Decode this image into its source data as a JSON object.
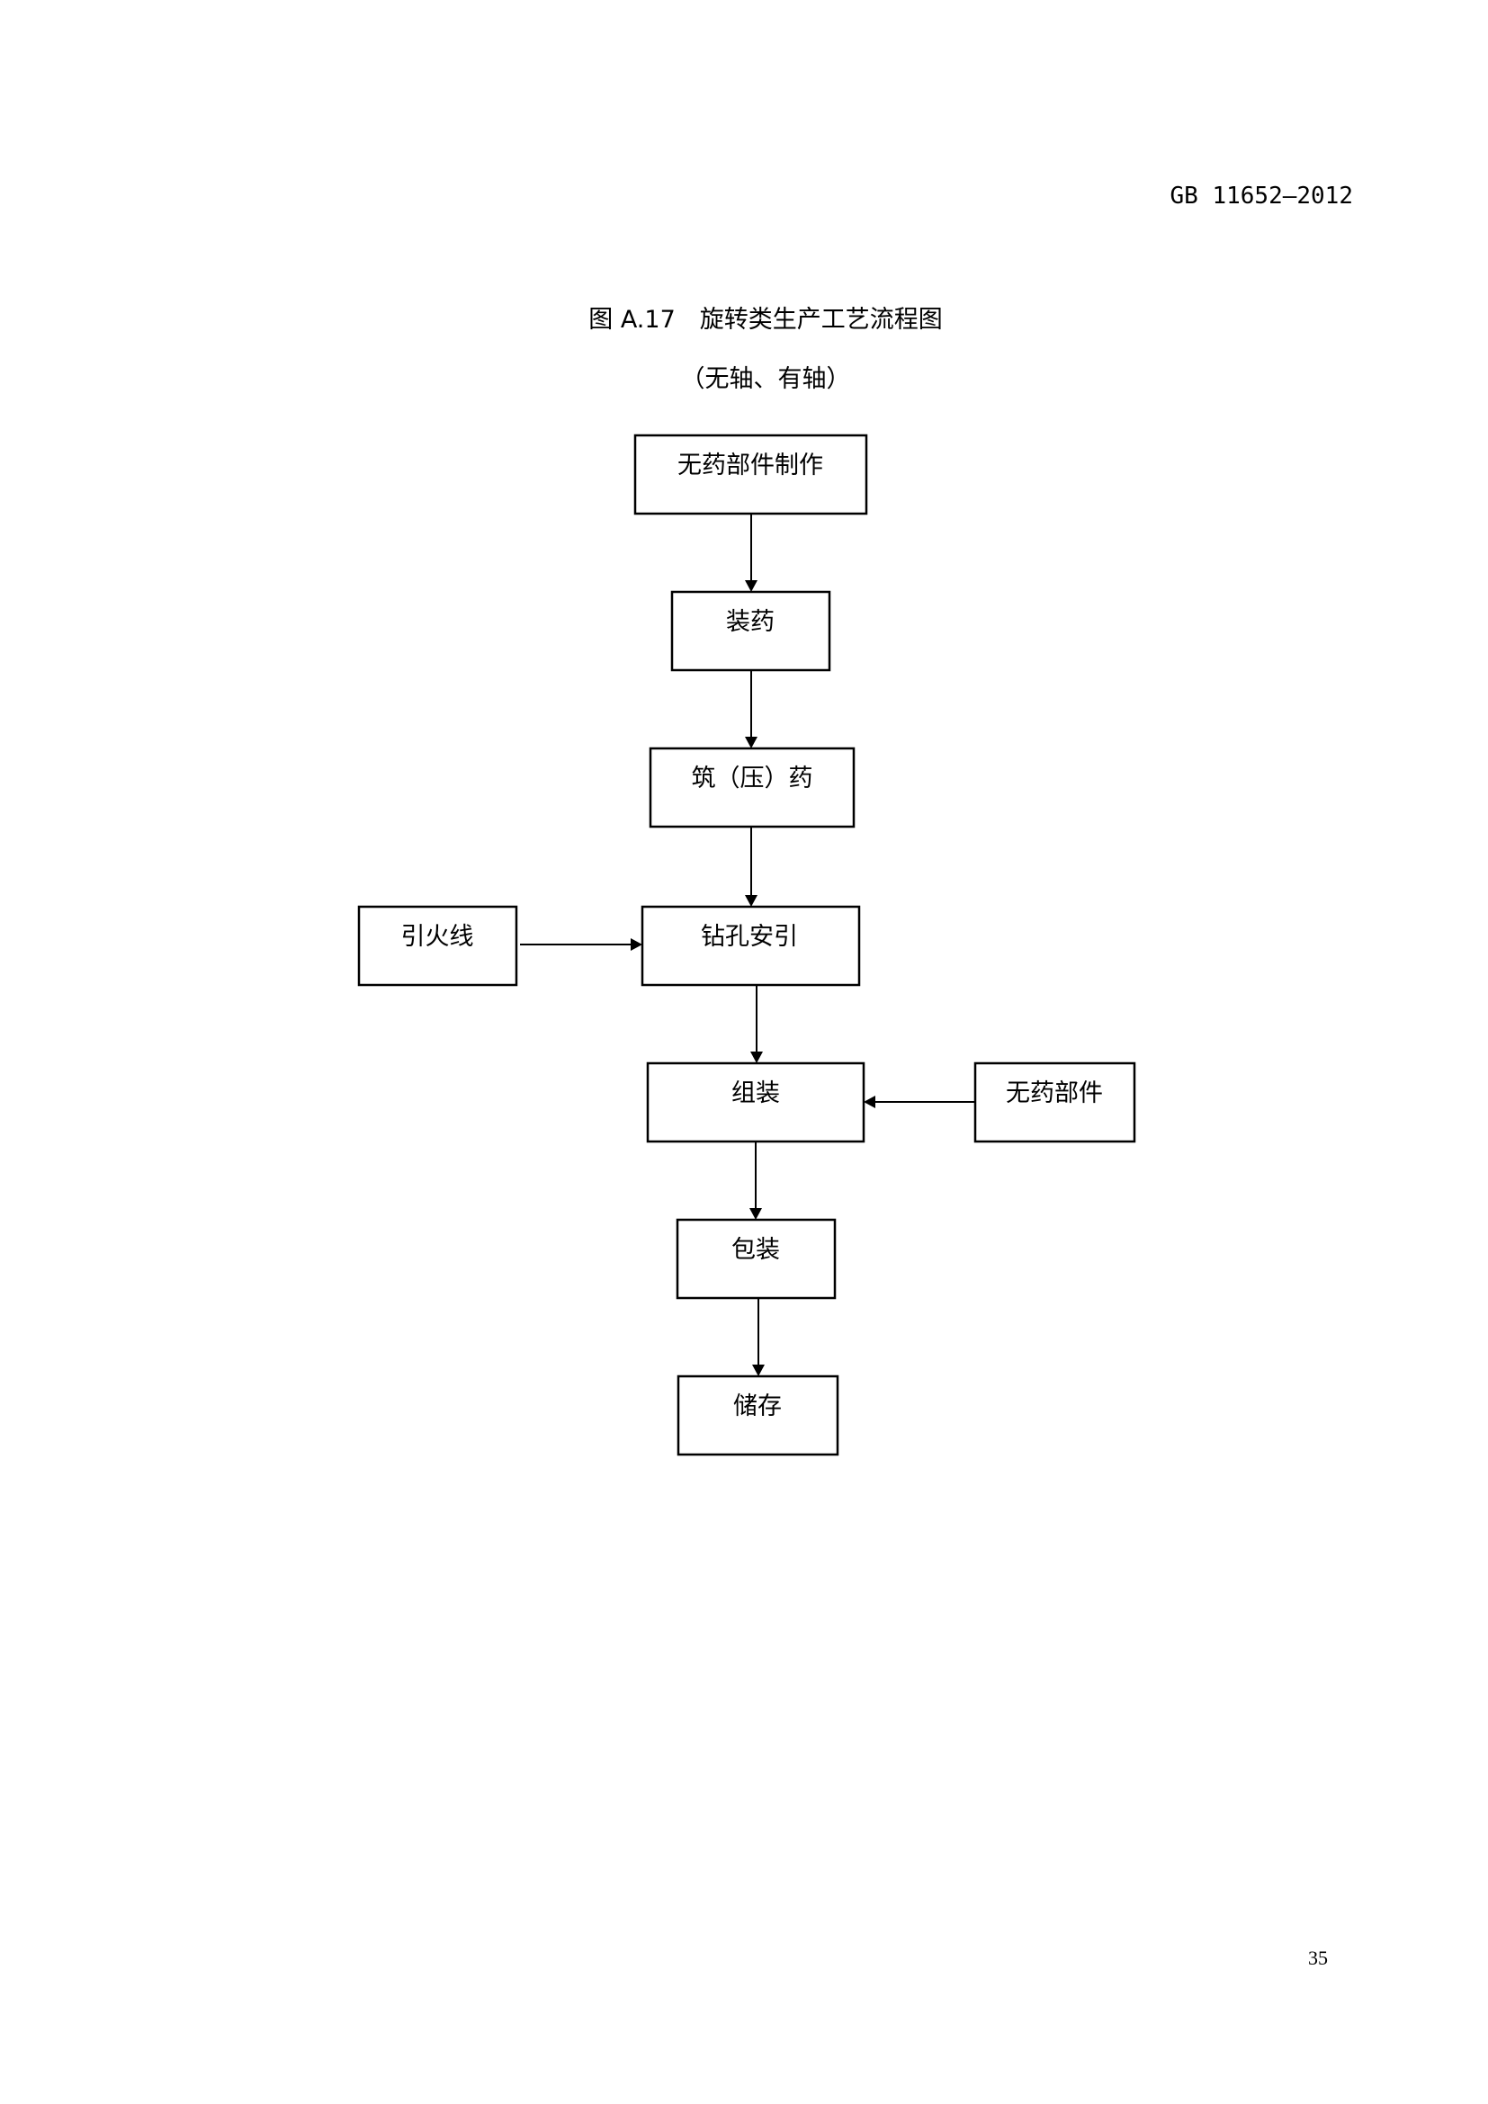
{
  "header": {
    "standard_code": "GB 11652—2012"
  },
  "figure": {
    "title": "图 A.17　旋转类生产工艺流程图",
    "subtitle": "（无轴、有轴）"
  },
  "flowchart": {
    "nodes": [
      {
        "id": "n1",
        "label": "无药部件制作"
      },
      {
        "id": "n2",
        "label": "装药"
      },
      {
        "id": "n3",
        "label": "筑（压）药"
      },
      {
        "id": "n4",
        "label": "钻孔安引"
      },
      {
        "id": "n5",
        "label": "引火线"
      },
      {
        "id": "n6",
        "label": "组装"
      },
      {
        "id": "n7",
        "label": "无药部件"
      },
      {
        "id": "n8",
        "label": "包装"
      },
      {
        "id": "n9",
        "label": "储存"
      }
    ],
    "edges": [
      {
        "from": "n1",
        "to": "n2"
      },
      {
        "from": "n2",
        "to": "n3"
      },
      {
        "from": "n3",
        "to": "n4"
      },
      {
        "from": "n5",
        "to": "n4"
      },
      {
        "from": "n4",
        "to": "n6"
      },
      {
        "from": "n7",
        "to": "n6"
      },
      {
        "from": "n6",
        "to": "n8"
      },
      {
        "from": "n8",
        "to": "n9"
      }
    ]
  },
  "footer": {
    "page_number": "35"
  }
}
